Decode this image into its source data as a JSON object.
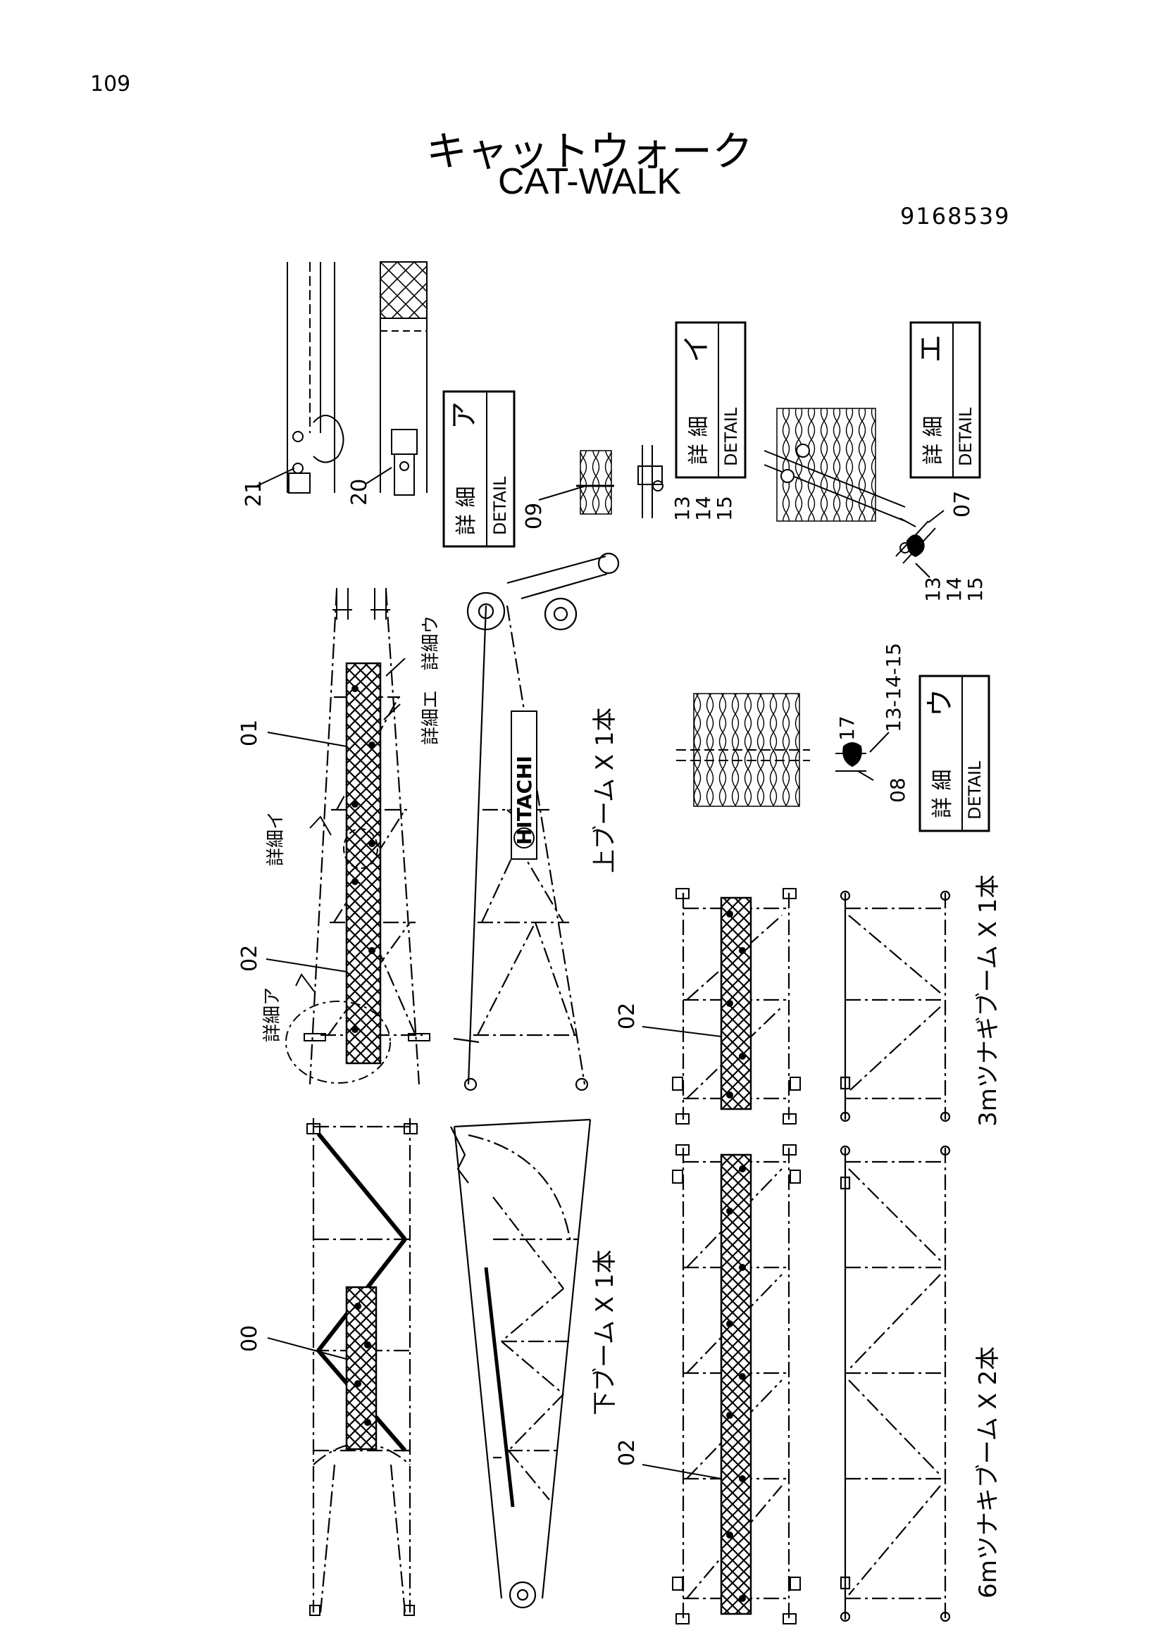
{
  "page_number": "109",
  "title_jp": "キャットウォーク",
  "title_en": "CAT-WALK",
  "drawing_number": "9168539",
  "detail_boxes": [
    {
      "kanji": "詳 細",
      "letter": "ア",
      "word": "DETAIL"
    },
    {
      "kanji": "詳 細",
      "letter": "イ",
      "word": "DETAIL"
    },
    {
      "kanji": "詳 細",
      "letter": "エ",
      "word": "DETAIL"
    },
    {
      "kanji": "詳 細",
      "letter": "ウ",
      "word": "DETAIL"
    }
  ],
  "detail_callouts": {
    "a": "詳細ア",
    "i": "詳細イ",
    "u": "詳細ウ",
    "e": "詳細エ"
  },
  "part_numbers": {
    "p21": "21",
    "p20": "20",
    "p09": "09",
    "p13_14_15_a": [
      "13",
      "14",
      "15"
    ],
    "p07": "07",
    "p13_14_15_b": [
      "13",
      "14",
      "15"
    ],
    "p17": "17",
    "p13_14_15_c": "13-14-15",
    "p08": "08",
    "p01": "01",
    "p02_upper": "02",
    "p00": "00",
    "p02_3m": "02",
    "p02_6m": "02"
  },
  "boom_labels": {
    "upper": "上ブーム X 1本",
    "lower": "下ブーム X 1本",
    "ins3": "3mツナギブーム X 1本",
    "ins6": "6mツナキブーム X 2本"
  },
  "logo_text": "HITACHI"
}
